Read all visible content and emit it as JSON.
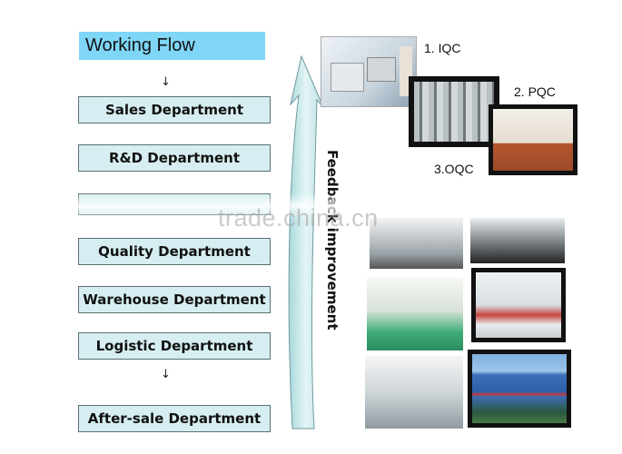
{
  "title": "Working Flow",
  "departments": [
    "Sales Department",
    "R&D Department",
    "Quality Department",
    "Warehouse Department",
    "Logistic Department",
    "After-sale Department"
  ],
  "feedback_label": "Feedback improvement",
  "qc_labels": [
    "1. IQC",
    "2. PQC",
    "3.OQC"
  ],
  "watermark": "trade.china.cn",
  "colors": {
    "title_bg": "#7fd6f7",
    "dept_bg": "#d6eef1",
    "arrow_fill": "#c8e8e8"
  }
}
